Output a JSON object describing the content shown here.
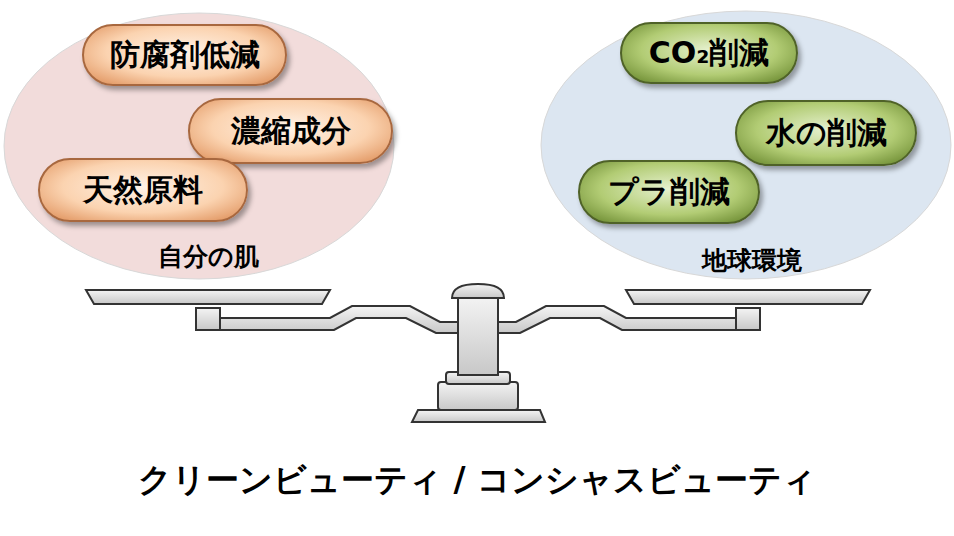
{
  "diagram": {
    "caption": "クリーンビューティ / コンシャスビューティ",
    "nodes": [
      {
        "text": [
          "自分の肌"
        ]
      },
      {
        "text": [
          "防腐剤低減"
        ],
        "in": 0
      },
      {
        "text": [
          "濃縮成分"
        ],
        "in": 0
      },
      {
        "text": [
          "天然原料"
        ],
        "in": 0
      },
      {
        "text": [
          "地球環境"
        ]
      },
      {
        "text": [
          "CO₂削減"
        ],
        "in": 4
      },
      {
        "text": [
          "水の削減"
        ],
        "in": 4
      },
      {
        "text": [
          "プラ削減"
        ],
        "in": 4
      }
    ]
  }
}
